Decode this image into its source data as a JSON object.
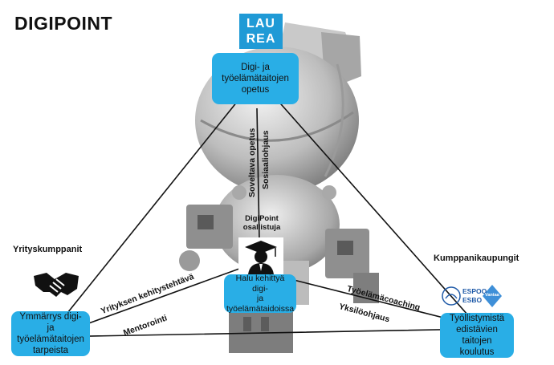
{
  "title": "DIGIPOINT",
  "logos": {
    "laurea_top": "LAU",
    "laurea_bottom": "REA",
    "espoo_line1": "ESPOO",
    "espoo_line2": "ESBO",
    "vantaa": "Vantaa"
  },
  "nodes": {
    "top": {
      "lines": [
        "Digi- ja",
        "työelämätaitojen",
        "opetus"
      ]
    },
    "left": {
      "heading": "Yrityskumppanit",
      "lines": [
        "Ymmärrys digi- ja",
        "työelämätaitojen",
        "tarpeista"
      ]
    },
    "right": {
      "heading": "Kumppanikaupungit",
      "lines": [
        "Työllistymistä",
        "edistävien taitojen",
        "koulutus"
      ]
    },
    "center": {
      "heading_lines": [
        "DigiPoint",
        "osallistuja"
      ],
      "lines": [
        "Halu kehittyä digi-",
        "ja",
        "työelämätaidoissa"
      ]
    }
  },
  "edges": {
    "top_center_1": "Soveltava opetus",
    "top_center_2": "Sosiaaliohjaus",
    "left_center_1": "Yrityksen kehitystehtävä",
    "left_center_2": "Mentorointi",
    "right_center_1": "Työelämäcoaching",
    "right_center_2": "Yksilöohjaus"
  },
  "colors": {
    "box": "#29aee6",
    "laurea": "#1f9ad6",
    "lines": "#111111"
  },
  "icons": [
    "handshake-icon",
    "graduate-icon",
    "laurea-logo",
    "espoo-vantaa-logo"
  ]
}
